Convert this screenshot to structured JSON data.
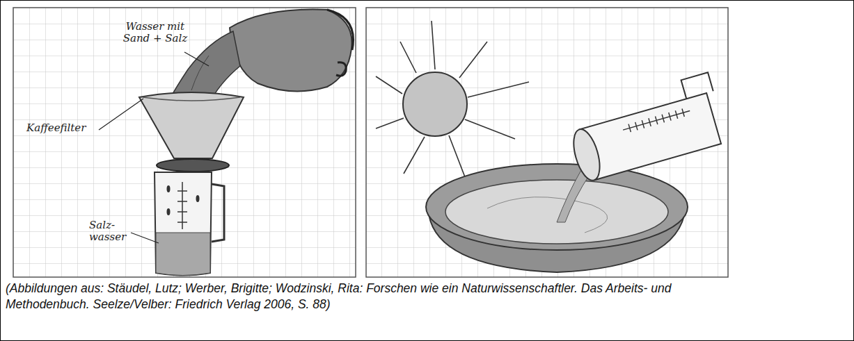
{
  "diagram": {
    "caption": "(Abbildungen aus: Stäudel, Lutz; Werber, Brigitte; Wodzinski, Rita: Forschen wie ein Naturwissenschaftler. Das Arbeits- und Methodenbuch. Seelze/Velber: Friedrich Verlag 2006, S. 88)",
    "labels": [
      "Wasser mit Sand + Salz",
      "Kaffeefilter",
      "Salz- wasser"
    ]
  }
}
